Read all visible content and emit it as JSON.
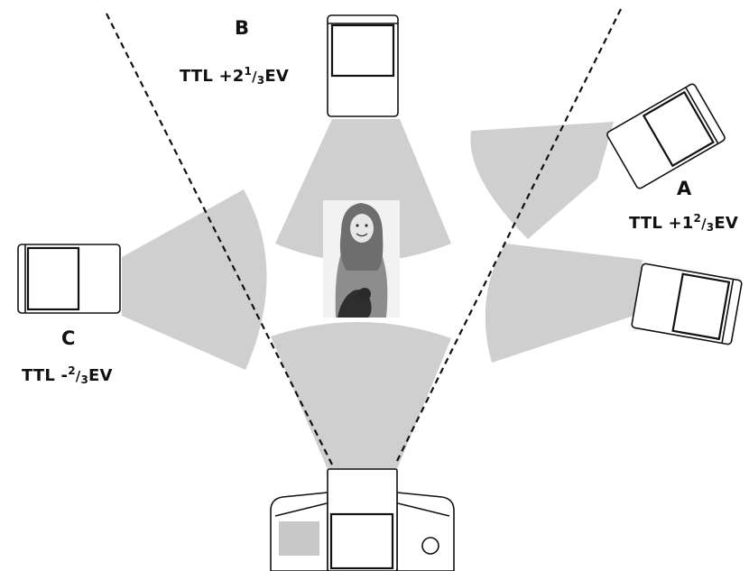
{
  "flashes": {
    "A": {
      "letter": "A",
      "setting": {
        "prefix": "TTL +1",
        "num": "2",
        "den": "3",
        "suffix": "EV"
      }
    },
    "B": {
      "letter": "B",
      "setting": {
        "prefix": "TTL +2",
        "num": "1",
        "den": "3",
        "suffix": "EV"
      }
    },
    "C": {
      "letter": "C",
      "setting": {
        "prefix": "TTL -",
        "num": "2",
        "den": "3",
        "suffix": "EV"
      }
    }
  },
  "colors": {
    "beam": "#cfcfcf",
    "line": "#111111",
    "unit_fill": "#ffffff",
    "lcd": "#c8c8c8"
  },
  "icons": {
    "subject": "child-portrait-photo",
    "camera": "camera-top-view",
    "flash": "flash-unit"
  }
}
